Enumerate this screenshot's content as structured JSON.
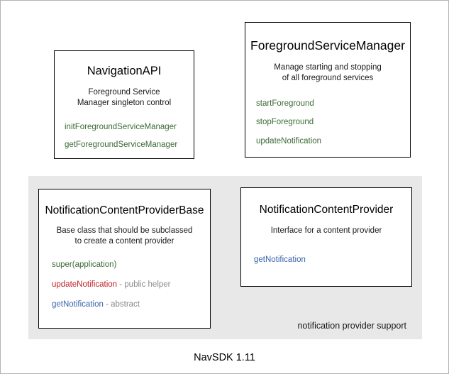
{
  "diagram": {
    "footer_version": "NavSDK 1.11",
    "group_panel_label": "notification provider support",
    "colors": {
      "panel_background": "#e8e8e8",
      "method_green": "#3a6b35",
      "method_red": "#c22026",
      "method_blue": "#3a63ad",
      "note_gray": "#8a8a8a",
      "box_border": "#000000",
      "canvas_background": "#ffffff"
    },
    "boxes": [
      {
        "id": "navigation-api",
        "title": "NavigationAPI",
        "description": "Foreground Service\nManager singleton control",
        "methods": [
          {
            "name": "initForegroundServiceManager",
            "color": "green",
            "note": ""
          },
          {
            "name": "getForegroundServiceManager",
            "color": "green",
            "note": ""
          }
        ]
      },
      {
        "id": "foreground-service-manager",
        "title": "ForegroundServiceManager",
        "description": "Manage starting and stopping\nof all foreground services",
        "methods": [
          {
            "name": "startForeground",
            "color": "green",
            "note": ""
          },
          {
            "name": "stopForeground",
            "color": "green",
            "note": ""
          },
          {
            "name": "updateNotification",
            "color": "green",
            "note": ""
          }
        ]
      },
      {
        "id": "notification-content-provider-base",
        "title": "NotificationContentProviderBase",
        "description": "Base class that should be subclassed\nto create a content provider",
        "methods": [
          {
            "name": "super(application)",
            "color": "green",
            "note": ""
          },
          {
            "name": "updateNotification",
            "color": "red",
            "note": " - public helper"
          },
          {
            "name": "getNotification",
            "color": "blue",
            "note": " - abstract"
          }
        ]
      },
      {
        "id": "notification-content-provider",
        "title": "NotificationContentProvider",
        "description": "Interface for a content provider",
        "methods": [
          {
            "name": "getNotification",
            "color": "blue",
            "note": ""
          }
        ]
      }
    ]
  }
}
